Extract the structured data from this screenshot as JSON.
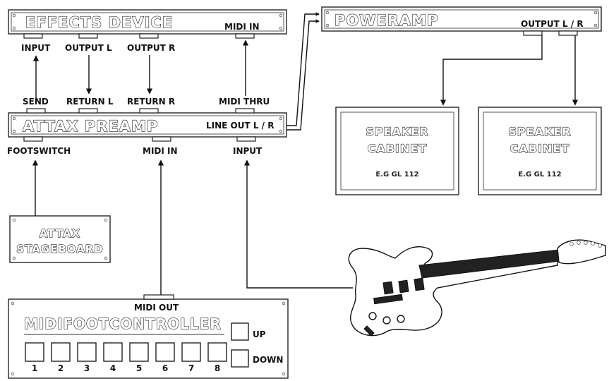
{
  "devices": {
    "effects_device": {
      "title": "EFFECTS DEVICE",
      "ports": {
        "input": "INPUT",
        "output_l": "OUTPUT L",
        "output_r": "OUTPUT R",
        "midi_in": "MIDI IN"
      }
    },
    "attax_preamp": {
      "title": "ATTAX PREAMP",
      "ports": {
        "send": "SEND",
        "return_l": "RETURN L",
        "return_r": "RETURN R",
        "midi_thru": "MIDI THRU",
        "line_out": "LINE OUT L / R",
        "footswitch": "FOOTSWITCH",
        "midi_in": "MIDI IN",
        "input": "INPUT"
      }
    },
    "poweramp": {
      "title": "POWERAMP",
      "ports": {
        "output": "OUTPUT L / R"
      }
    },
    "speaker_left": {
      "title_line1": "SPEAKER",
      "title_line2": "CABINET",
      "model": "E.G GL 112"
    },
    "speaker_right": {
      "title_line1": "SPEAKER",
      "title_line2": "CABINET",
      "model": "E.G GL 112"
    },
    "stageboard": {
      "title_line1": "ATTAX",
      "title_line2": "STAGEBOARD"
    },
    "midi_foot_controller": {
      "title": "MIDIFOOTCONTROLLER",
      "midi_out": "MIDI OUT",
      "up": "UP",
      "down": "DOWN",
      "pedals": [
        "1",
        "2",
        "3",
        "4",
        "5",
        "6",
        "7",
        "8"
      ]
    }
  },
  "colors": {
    "line": "#111111",
    "box": "#333333",
    "background": "#ffffff"
  }
}
